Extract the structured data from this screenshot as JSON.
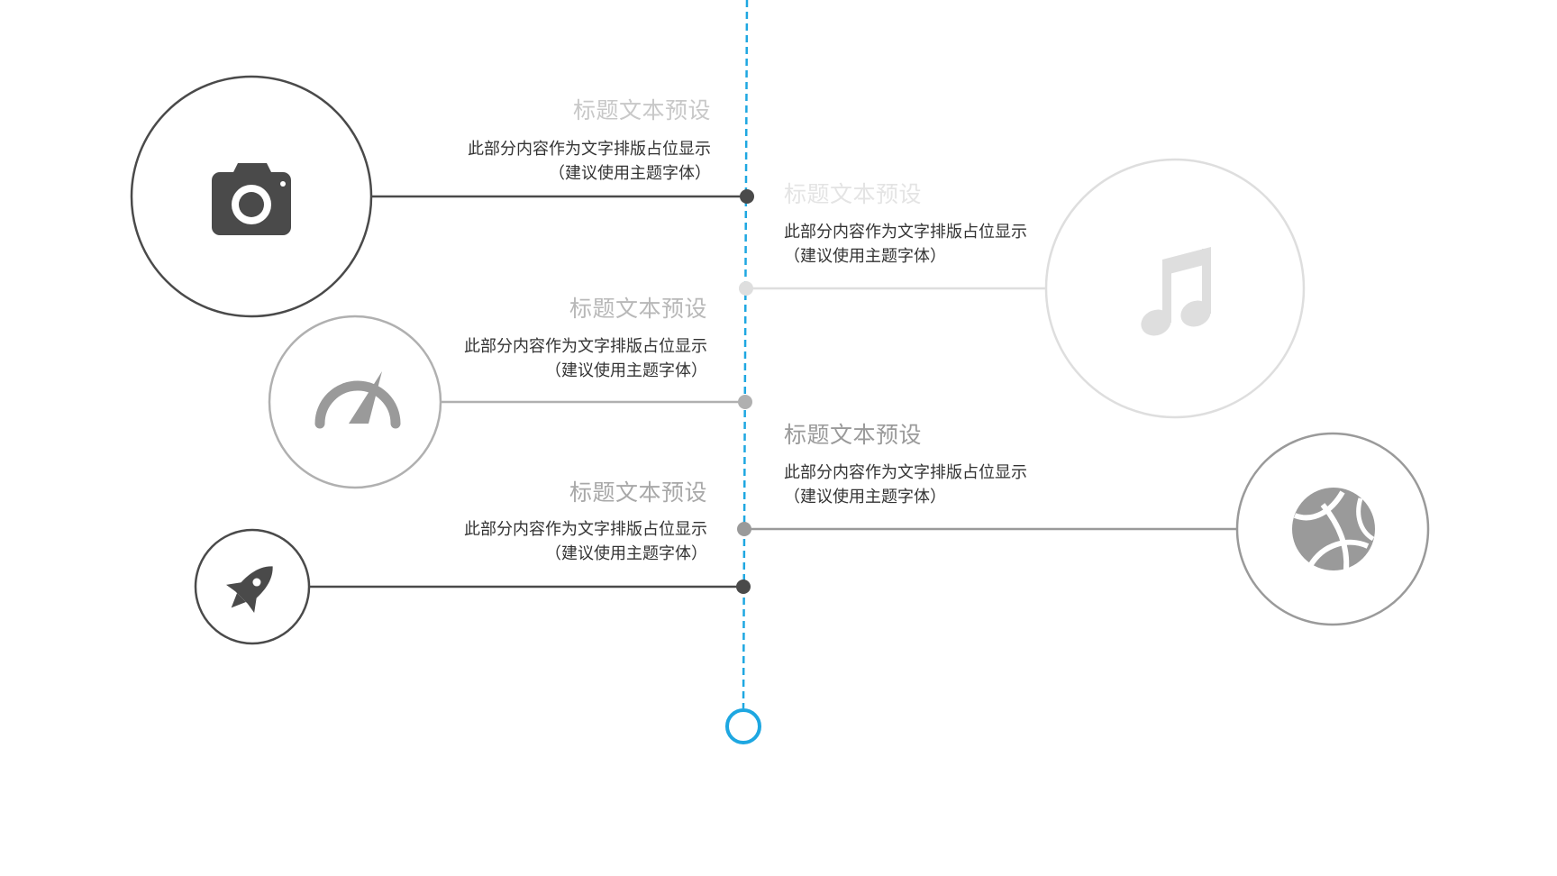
{
  "colors": {
    "timeline": "#1ea7e1",
    "dark": "#4a4a4a",
    "mid": "#9a9a9a",
    "light": "#dedede",
    "text": "#333333"
  },
  "items": [
    {
      "title": "标题文本预设",
      "desc_line1": "此部分内容作为文字排版占位显示",
      "desc_line2": "（建议使用主题字体）",
      "icon": "camera-icon"
    },
    {
      "title": "标题文本预设",
      "desc_line1": "此部分内容作为文字排版占位显示",
      "desc_line2": "（建议使用主题字体）",
      "icon": "music-note-icon"
    },
    {
      "title": "标题文本预设",
      "desc_line1": "此部分内容作为文字排版占位显示",
      "desc_line2": "（建议使用主题字体）",
      "icon": "speedometer-icon"
    },
    {
      "title": "标题文本预设",
      "desc_line1": "此部分内容作为文字排版占位显示",
      "desc_line2": "（建议使用主题字体）",
      "icon": "globe-icon"
    },
    {
      "title": "标题文本预设",
      "desc_line1": "此部分内容作为文字排版占位显示",
      "desc_line2": "（建议使用主题字体）",
      "icon": "rocket-icon"
    }
  ]
}
